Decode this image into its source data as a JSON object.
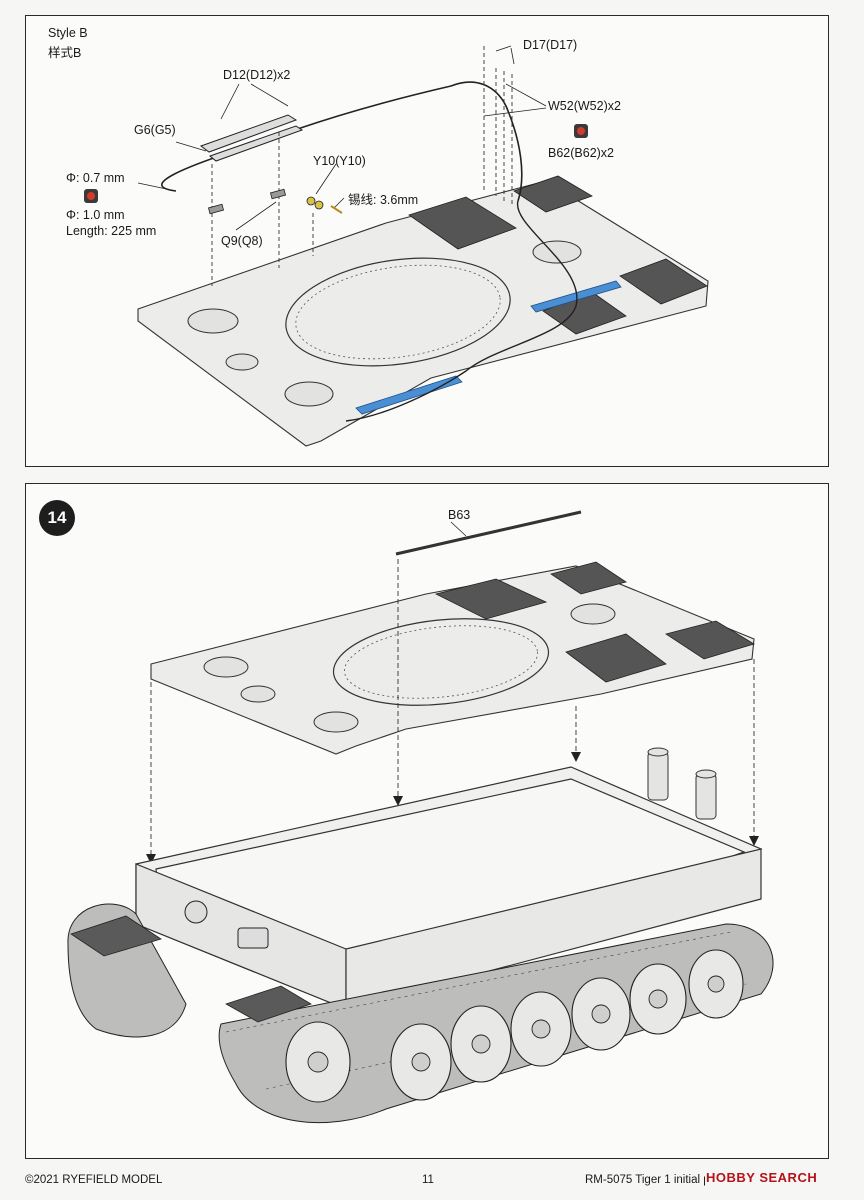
{
  "panel_a": {
    "style_label": "Style B",
    "style_label_cn": "样式B",
    "callouts": {
      "d12": "D12(D12)x2",
      "g6": "G6(G5)",
      "d17": "D17(D17)",
      "w52": "W52(W52)x2",
      "b62": "B62(B62)x2",
      "y10": "Y10(Y10)",
      "solder": "锡线: 3.6mm",
      "q9": "Q9(Q8)",
      "wire_thin": "Φ: 0.7 mm",
      "wire_thick": "Φ: 1.0 mm",
      "wire_length": "Length: 225 mm"
    },
    "icons": [
      "photo-etch-part-icon",
      "photo-etch-part-icon"
    ]
  },
  "panel_b": {
    "step_number": "14",
    "callouts": {
      "b63": "B63"
    }
  },
  "footer": {
    "copyright": "©2021 RYEFIELD MODEL",
    "page_number": "11",
    "product": "RM-5075  Tiger 1 initial production early 1943"
  },
  "watermark": {
    "text": "HOBBY SEARCH"
  },
  "colors": {
    "blue_part": "#4a8fd4",
    "red_icon": "#d33a2c",
    "line": "#2a2a2a"
  }
}
